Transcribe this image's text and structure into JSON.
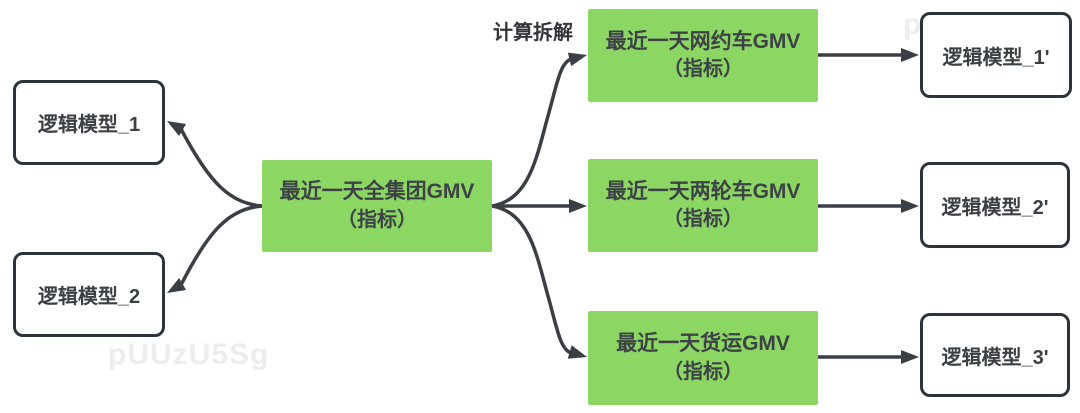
{
  "diagram": {
    "decompose_label": "计算拆解",
    "watermark": "pUUzU5Sg",
    "colors": {
      "metric_green": "#8cd663",
      "box_border": "#2b333d",
      "arrow": "#3a3f45",
      "text": "#3b4045",
      "watermark": "#ededed"
    },
    "nodes": {
      "left_model_1": {
        "label": "逻辑模型_1"
      },
      "left_model_2": {
        "label": "逻辑模型_2"
      },
      "center_metric": {
        "line1": "最近一天全集团GMV",
        "line2": "（指标）"
      },
      "metric_ride_hailing": {
        "line1": "最近一天网约车GMV",
        "line2": "（指标）"
      },
      "metric_two_wheeler": {
        "line1": "最近一天两轮车GMV",
        "line2": "（指标）"
      },
      "metric_freight": {
        "line1": "最近一天货运GMV",
        "line2": "（指标）"
      },
      "right_model_1": {
        "label": "逻辑模型_1'"
      },
      "right_model_2": {
        "label": "逻辑模型_2'"
      },
      "right_model_3": {
        "label": "逻辑模型_3'"
      }
    },
    "edges": [
      {
        "from": "center_metric",
        "to": "left_model_1"
      },
      {
        "from": "center_metric",
        "to": "left_model_2"
      },
      {
        "from": "center_metric",
        "to": "metric_ride_hailing",
        "label": "计算拆解"
      },
      {
        "from": "center_metric",
        "to": "metric_two_wheeler"
      },
      {
        "from": "center_metric",
        "to": "metric_freight"
      },
      {
        "from": "metric_ride_hailing",
        "to": "right_model_1"
      },
      {
        "from": "metric_two_wheeler",
        "to": "right_model_2"
      },
      {
        "from": "metric_freight",
        "to": "right_model_3"
      }
    ]
  }
}
